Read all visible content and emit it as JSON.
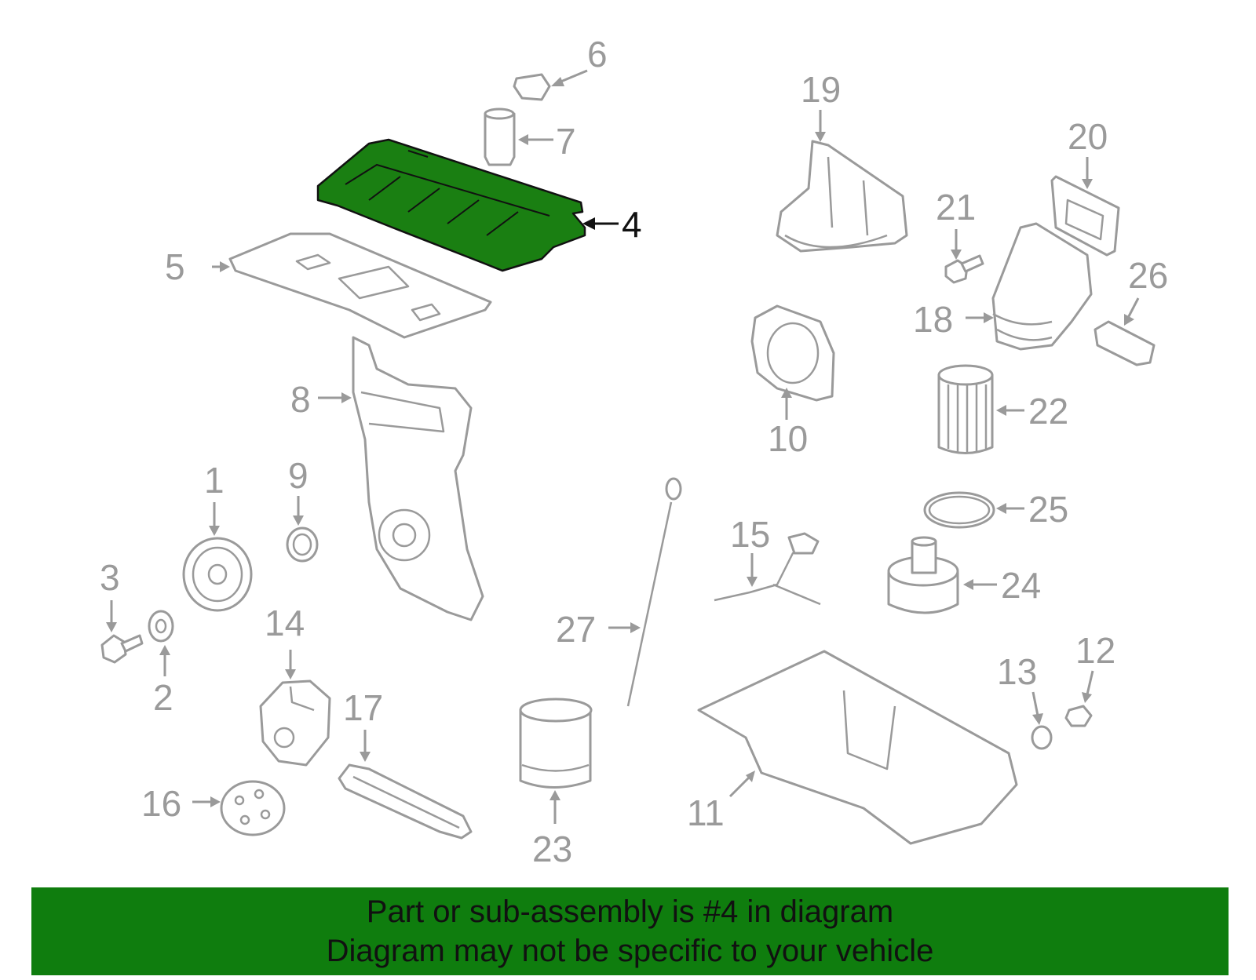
{
  "highlight_color": "#1a7f12",
  "banner_color": "#0f7d0e",
  "highlighted_callout": "4",
  "callouts": [
    "1",
    "2",
    "3",
    "4",
    "5",
    "6",
    "7",
    "8",
    "9",
    "10",
    "11",
    "12",
    "13",
    "14",
    "15",
    "16",
    "17",
    "18",
    "19",
    "20",
    "21",
    "22",
    "23",
    "24",
    "25",
    "26",
    "27"
  ],
  "banner": {
    "line1": "Part or sub-assembly is #4 in diagram",
    "line2": "Diagram may not be specific to your vehicle"
  }
}
